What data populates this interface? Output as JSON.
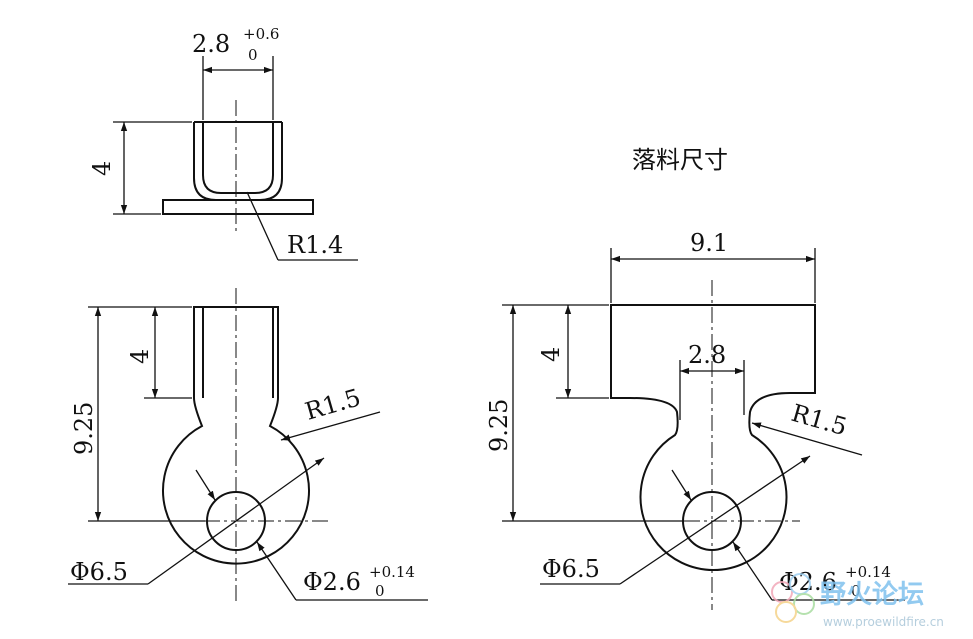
{
  "title": "落料尺寸",
  "left_top_view": {
    "width_dim": "2.8",
    "width_tol_upper": "+0.6",
    "width_tol_lower": "0",
    "height_dim": "4",
    "radius_label": "R1.4"
  },
  "left_front_view": {
    "overall_height": "9.25",
    "slot_height": "4",
    "radius_label": "R1.5",
    "outer_diameter": "Φ6.5",
    "hole_diameter": "Φ2.6",
    "hole_tol_upper": "+0.14",
    "hole_tol_lower": "0"
  },
  "blank_view": {
    "overall_width": "9.1",
    "neck_width": "2.8",
    "overall_height": "9.25",
    "tab_height": "4",
    "radius_label": "R1.5",
    "outer_diameter": "Φ6.5",
    "hole_diameter": "Φ2.6",
    "hole_tol_upper": "+0.14",
    "hole_tol_lower": "0"
  },
  "watermark": {
    "text": "野火论坛",
    "url": "www.proewildfire.cn"
  }
}
